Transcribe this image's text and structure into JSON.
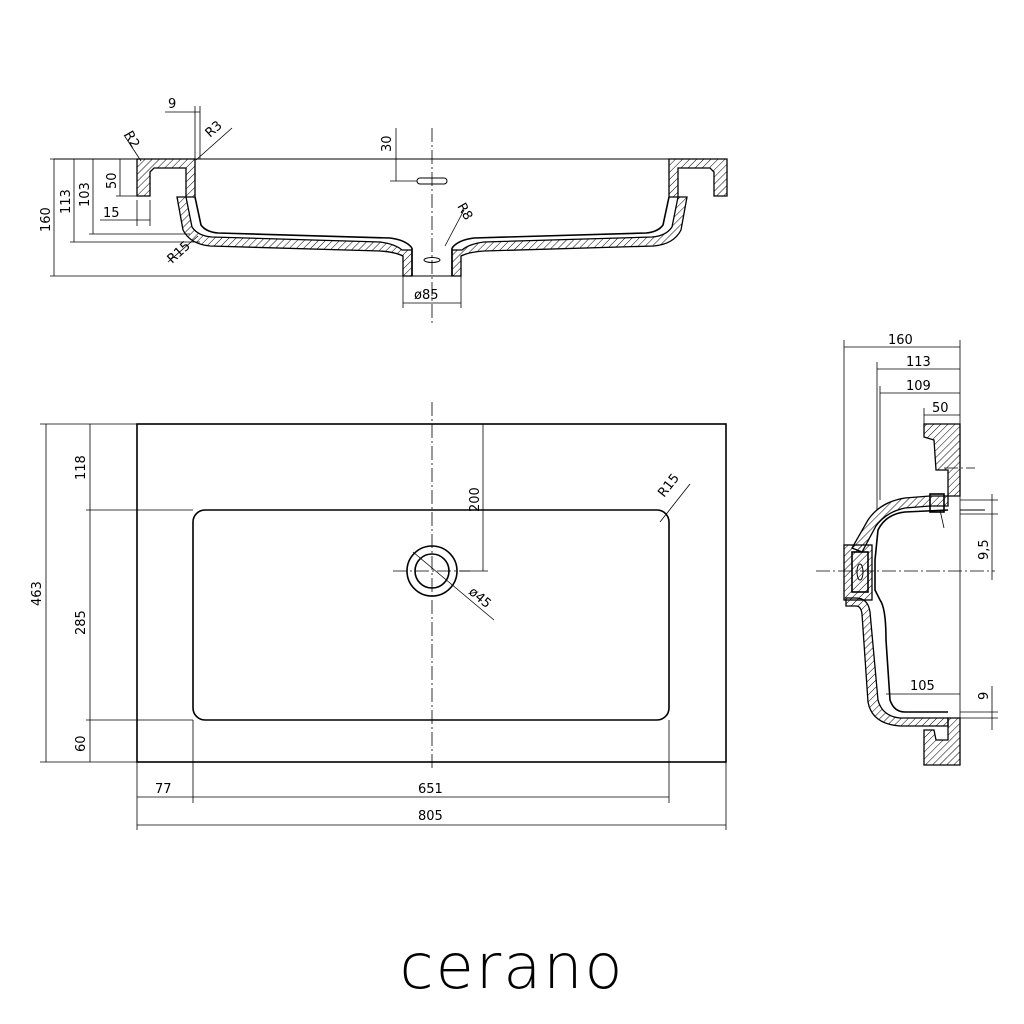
{
  "top_section": {
    "dims": {
      "d9": "9",
      "r2": "R2",
      "r3": "R3",
      "d30": "30",
      "d160": "160",
      "d113": "113",
      "d103": "103",
      "d50": "50",
      "d15": "15",
      "r8": "R8",
      "r15": "R15",
      "d85": "ø85"
    }
  },
  "plan_view": {
    "dims": {
      "d118": "118",
      "d463": "463",
      "d285": "285",
      "d60": "60",
      "d200": "200",
      "r15": "R15",
      "d45": "ø45",
      "d77": "77",
      "d651": "651",
      "d805": "805"
    }
  },
  "side_view": {
    "dims": {
      "d160": "160",
      "d113": "113",
      "d109": "109",
      "d50": "50",
      "d9_5": "9,5",
      "d105": "105",
      "d9": "9"
    }
  },
  "brand": {
    "name": "cerano"
  }
}
